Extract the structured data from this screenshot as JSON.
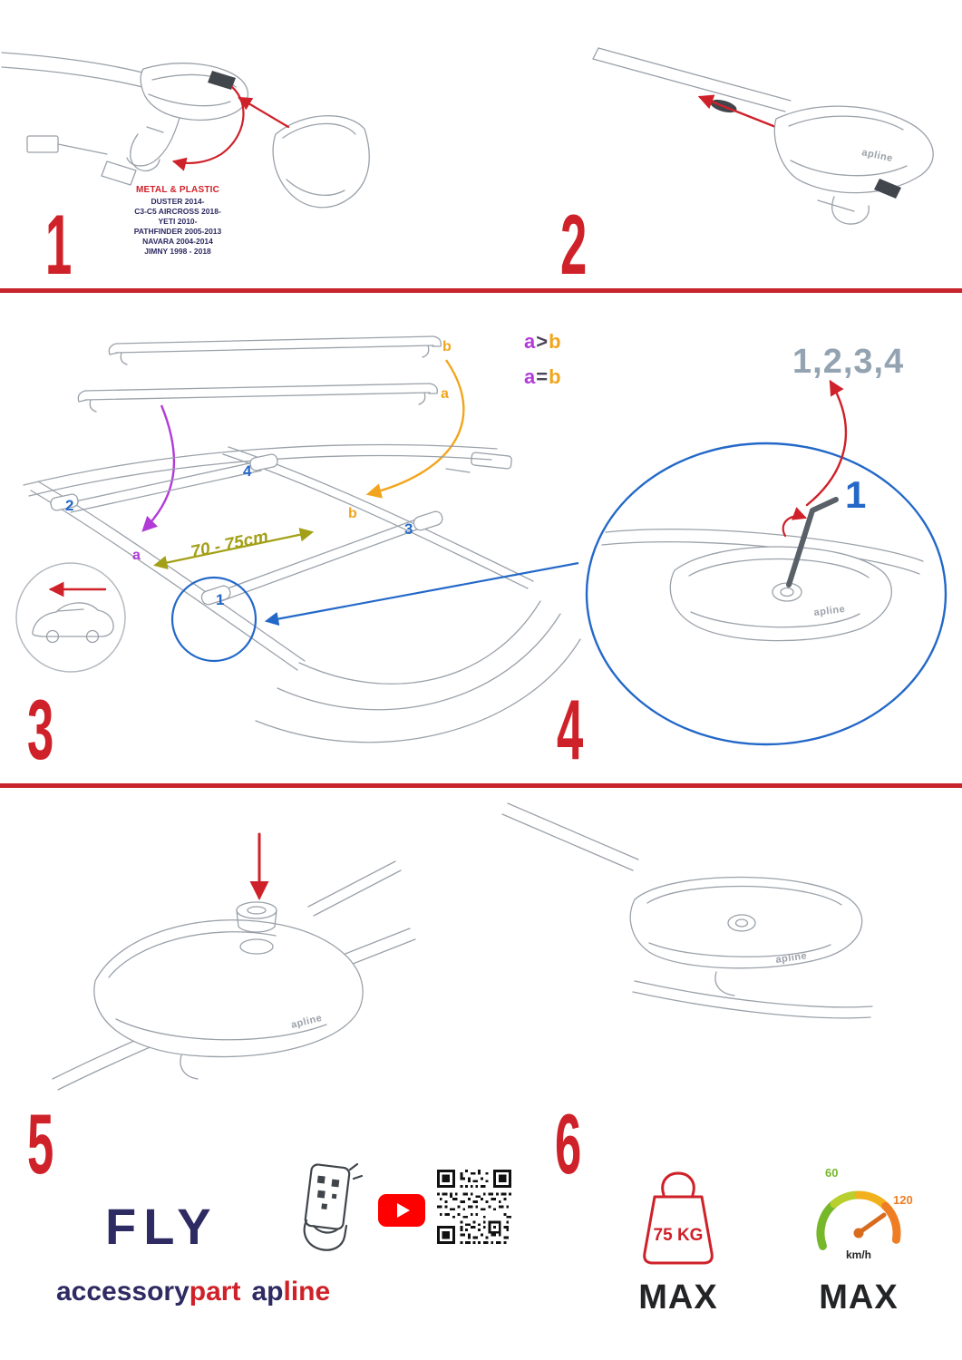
{
  "colors": {
    "accent_red": "#cf2129",
    "navy": "#2e2a62",
    "purple": "#b23bd8",
    "orange": "#f2a51c",
    "olive": "#a3a017",
    "blue": "#2368c8",
    "slate": "#93a3b1",
    "youtube_red": "#ff0000"
  },
  "step1": {
    "number": "1",
    "material": "METAL & PLASTIC",
    "models": [
      "DUSTER 2014-",
      "C3-C5 AIRCROSS 2018-",
      "YETI 2010-",
      "PATHFINDER 2005-2013",
      "NAVARA 2004-2014",
      "JIMNY 1998 - 2018"
    ]
  },
  "step2": {
    "number": "2"
  },
  "step3": {
    "number": "3",
    "rule_gt": {
      "a": "a",
      "op": ">",
      "b": "b"
    },
    "rule_eq": {
      "a": "a",
      "op": "=",
      "b": "b"
    },
    "distance": "70 - 75cm",
    "bar_label_b": "b",
    "bar_label_a": "a",
    "roof_label_2": "2",
    "roof_label_4": "4",
    "roof_label_b": "b",
    "roof_label_3": "3",
    "roof_label_a": "a",
    "roof_label_1": "1"
  },
  "step4": {
    "number": "4",
    "sequence": "1,2,3,4",
    "callout_1": "1"
  },
  "step5": {
    "number": "5"
  },
  "step6": {
    "number": "6"
  },
  "brand": {
    "fly": "FLY",
    "accessory": "accessory",
    "part": "part",
    "ap": "ap",
    "line": "line",
    "apline_small": "apline"
  },
  "limits": {
    "weight_value": "75 KG",
    "weight_max_label": "MAX",
    "speed_start": "60",
    "speed_end": "120",
    "speed_unit": "km/h",
    "speed_max_label": "MAX"
  }
}
